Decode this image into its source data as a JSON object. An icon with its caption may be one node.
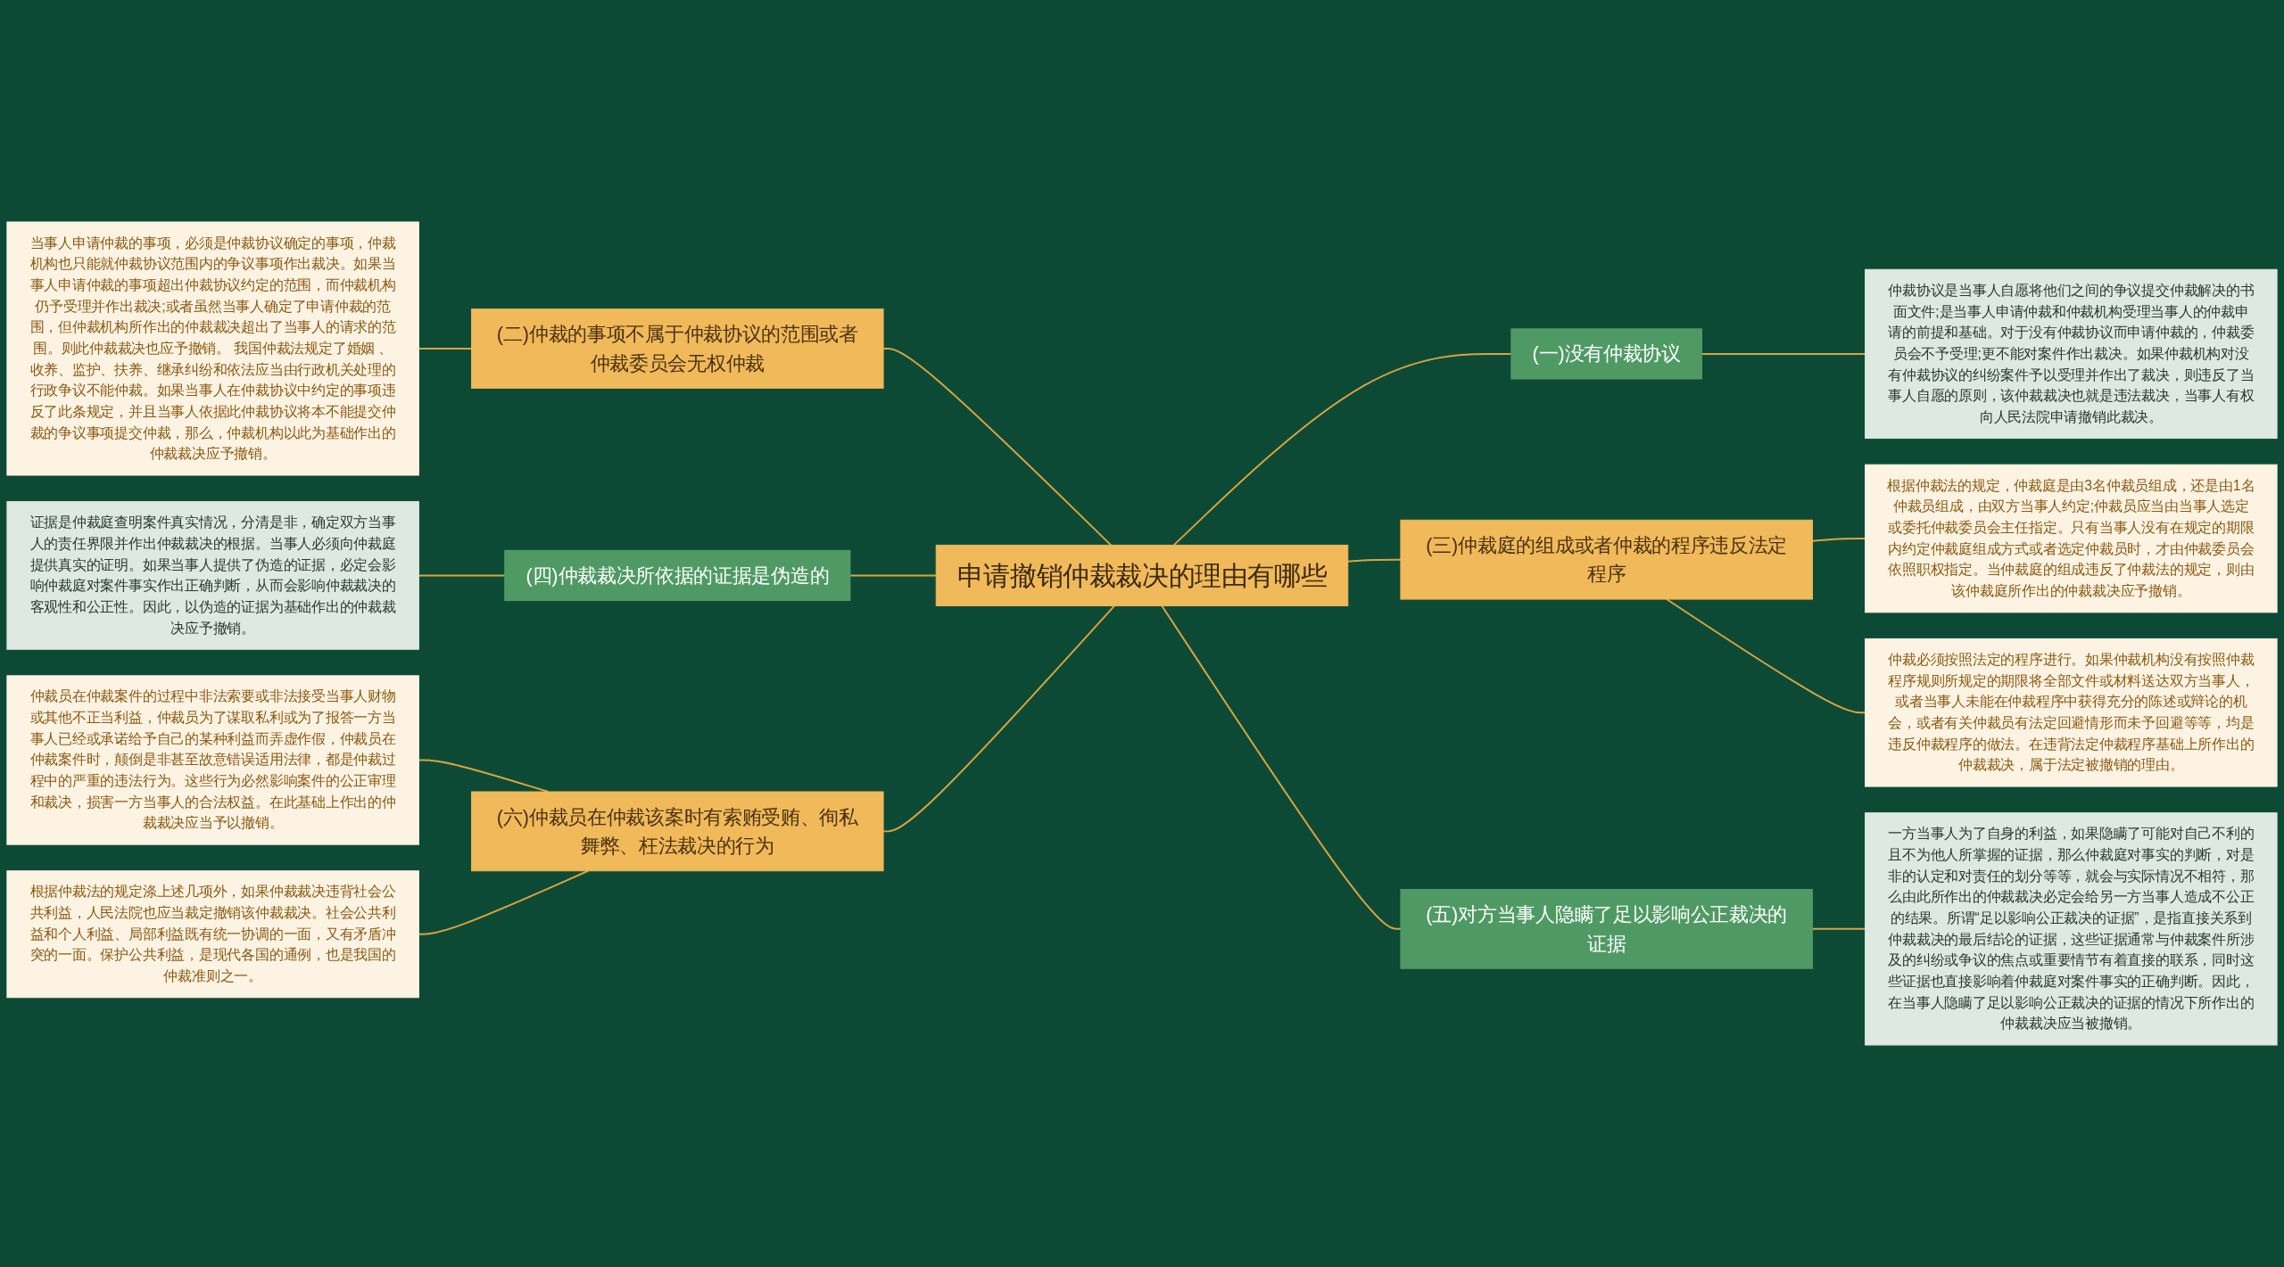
{
  "diagram": {
    "nodes": [
      {
        "text": [
          "申请撤销仲裁裁决的理由有哪些"
        ]
      },
      {
        "text": [
          "(一)没有仲裁协议"
        ]
      },
      {
        "text": [
          "仲裁协议是当事人自愿将他们之间的争议提交仲裁解决的书面文件;是当事人申请仲裁和仲裁机构受理当事人的仲裁申请的前提和基础。对于没有仲裁协议而申请仲裁的，仲裁委员会不予受理;更不能对案件作出裁决。如果仲裁机构对没有仲裁协议的纠纷案件予以受理并作出了裁决，则违反了当事人自愿的原则，该仲裁裁决也就是违法裁决，当事人有权向人民法院申请撤销此裁决。"
        ]
      },
      {
        "text": [
          "(三)仲裁庭的组成或者仲裁的程序违反法定程序"
        ]
      },
      {
        "text": [
          "根据仲裁法的规定，仲裁庭是由3名仲裁员组成，还是由1名仲裁员组成，由双方当事人约定;仲裁员应当由当事人选定或委托仲裁委员会主任指定。只有当事人没有在规定的期限内约定仲裁庭组成方式或者选定仲裁员时，才由仲裁委员会依照职权指定。当仲裁庭的组成违反了仲裁法的规定，则由该仲裁庭所作出的仲裁裁决应予撤销。"
        ]
      },
      {
        "text": [
          "仲裁必须按照法定的程序进行。如果仲裁机构没有按照仲裁程序规则所规定的期限将全部文件或材料送达双方当事人，或者当事人未能在仲裁程序中获得充分的陈述或辩论的机会，或者有关仲裁员有法定回避情形而未予回避等等，均是违反仲裁程序的做法。在违背法定仲裁程序基础上所作出的仲裁裁决，属于法定被撤销的理由。"
        ]
      },
      {
        "text": [
          "(五)对方当事人隐瞒了足以影响公正裁决的证据"
        ]
      },
      {
        "text": [
          "一方当事人为了自身的利益，如果隐瞒了可能对自己不利的且不为他人所掌握的证据，那么仲裁庭对事实的判断，对是非的认定和对责任的划分等等，就会与实际情况不相符，那么由此所作出的仲裁裁决必定会给另一方当事人造成不公正的结果。所谓“足以影响公正裁决的证据”，是指直接关系到仲裁裁决的最后结论的证据，这些证据通常与仲裁案件所涉及的纠纷或争议的焦点或重要情节有着直接的联系，同时这些证据也直接影响着仲裁庭对案件事实的正确判断。因此，在当事人隐瞒了足以影响公正裁决的证据的情况下所作出的仲裁裁决应当被撤销。"
        ]
      },
      {
        "text": [
          "(二)仲裁的事项不属于仲裁协议的范围或者仲裁委员会无权仲裁"
        ]
      },
      {
        "text": [
          "当事人申请仲裁的事项，必须是仲裁协议确定的事项，仲裁机构也只能就仲裁协议范围内的争议事项作出裁决。如果当事人申请仲裁的事项超出仲裁协议约定的范围，而仲裁机构仍予受理并作出裁决;或者虽然当事人确定了申请仲裁的范围，但仲裁机构所作出的仲裁裁决超出了当事人的请求的范围。则此仲裁裁决也应予撤销。 我国仲裁法规定了婚姻 、收养、监护、扶养、继承纠纷和依法应当由行政机关处理的行政争议不能仲裁。如果当事人在仲裁协议中约定的事项违反了此条规定，并且当事人依据此仲裁协议将本不能提交仲裁的争议事项提交仲裁，那么，仲裁机构以此为基础作出的仲裁裁决应予撤销。"
        ]
      },
      {
        "text": [
          "(四)仲裁裁决所依据的证据是伪造的"
        ]
      },
      {
        "text": [
          "证据是仲裁庭查明案件真实情况，分清是非，确定双方当事人的责任界限并作出仲裁裁决的根据。当事人必须向仲裁庭提供真实的证明。如果当事人提供了伪造的证据，必定会影响仲裁庭对案件事实作出正确判断，从而会影响仲裁裁决的客观性和公正性。因此，以伪造的证据为基础作出的仲裁裁决应予撤销。"
        ]
      },
      {
        "text": [
          "(六)仲裁员在仲裁该案时有索贿受贿、徇私舞弊、枉法裁决的行为"
        ]
      },
      {
        "text": [
          "仲裁员在仲裁案件的过程中非法索要或非法接受当事人财物或其他不正当利益，仲裁员为了谋取私利或为了报答一方当事人已经或承诺给予自己的某种利益而弄虚作假，仲裁员在仲裁案件时，颠倒是非甚至故意错误适用法律，都是仲裁过程中的严重的违法行为。这些行为必然影响案件的公正审理和裁决，损害一方当事人的合法权益。在此基础上作出的仲裁裁决应当予以撤销。"
        ]
      },
      {
        "text": [
          "根据仲裁法的规定涤上述几项外，如果仲裁裁决违背社会公共利益，人民法院也应当裁定撤销该仲裁裁决。社会公共利益和个人利益、局部利益既有统一协调的一面，又有矛盾冲突的一面。保护公共利益，是现代各国的通例，也是我国的仲裁准则之一。"
        ]
      }
    ],
    "edges": [
      {
        "from": 0,
        "to": 1,
        "arrow": "none"
      },
      {
        "from": 1,
        "to": 2,
        "arrow": "none"
      },
      {
        "from": 0,
        "to": 3,
        "arrow": "none"
      },
      {
        "from": 3,
        "to": 4,
        "arrow": "none"
      },
      {
        "from": 3,
        "to": 5,
        "arrow": "none"
      },
      {
        "from": 0,
        "to": 6,
        "arrow": "none"
      },
      {
        "from": 6,
        "to": 7,
        "arrow": "none"
      },
      {
        "from": 0,
        "to": 8,
        "arrow": "none"
      },
      {
        "from": 8,
        "to": 9,
        "arrow": "none"
      },
      {
        "from": 0,
        "to": 10,
        "arrow": "none"
      },
      {
        "from": 10,
        "to": 11,
        "arrow": "none"
      },
      {
        "from": 0,
        "to": 12,
        "arrow": "none"
      },
      {
        "from": 12,
        "to": 13,
        "arrow": "none"
      },
      {
        "from": 12,
        "to": 14,
        "arrow": "none"
      }
    ]
  }
}
